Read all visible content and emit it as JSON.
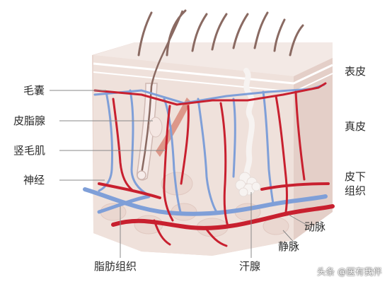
{
  "labels": {
    "hair_follicle": "毛囊",
    "sebaceous_gland": "皮脂腺",
    "arrector_pili": "竖毛肌",
    "nerve": "神经",
    "epidermis": "表皮",
    "dermis": "真皮",
    "subcutaneous": "皮下组织",
    "artery": "动脉",
    "vein": "静脉",
    "adipose": "脂肪组织",
    "sweat_gland": "汗腺"
  },
  "watermark": "头条 @医有我伴",
  "colors": {
    "artery": "#c8202f",
    "vein": "#7f9fd8",
    "tissue": "#ecdcd6",
    "hair": "#8a6a62",
    "sweat_gland": "#f7f3f1",
    "leader": "#888888"
  }
}
